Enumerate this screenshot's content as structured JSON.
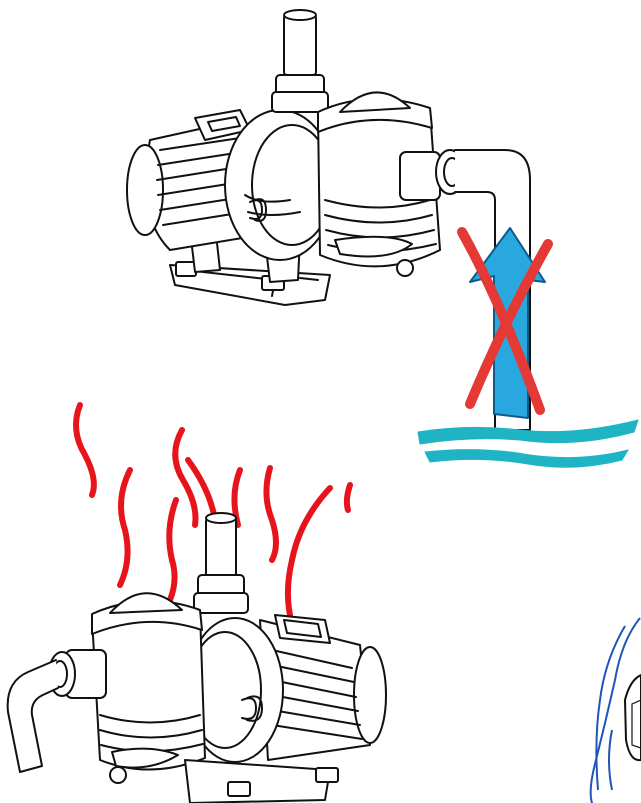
{
  "figure": {
    "panels": [
      {
        "id": "pump-suction-pipe",
        "meaning": "dry-run",
        "status": "not-allowed"
      },
      {
        "id": "pump-overheating",
        "meaning": "heat",
        "status": "warning"
      },
      {
        "id": "pump-water-partial",
        "meaning": "water",
        "status": "partial-view"
      }
    ]
  },
  "colors": {
    "line": "#111111",
    "cross": "#e53935",
    "arrow": "#29a8e0",
    "water": "#1fb4c4",
    "heat": "#e8141c",
    "water_outline": "#1e56b8"
  },
  "icons": {
    "cross": "red-x-mark-icon",
    "arrow": "blue-upward-arrow-icon",
    "heat": "heat-wave-icon"
  }
}
